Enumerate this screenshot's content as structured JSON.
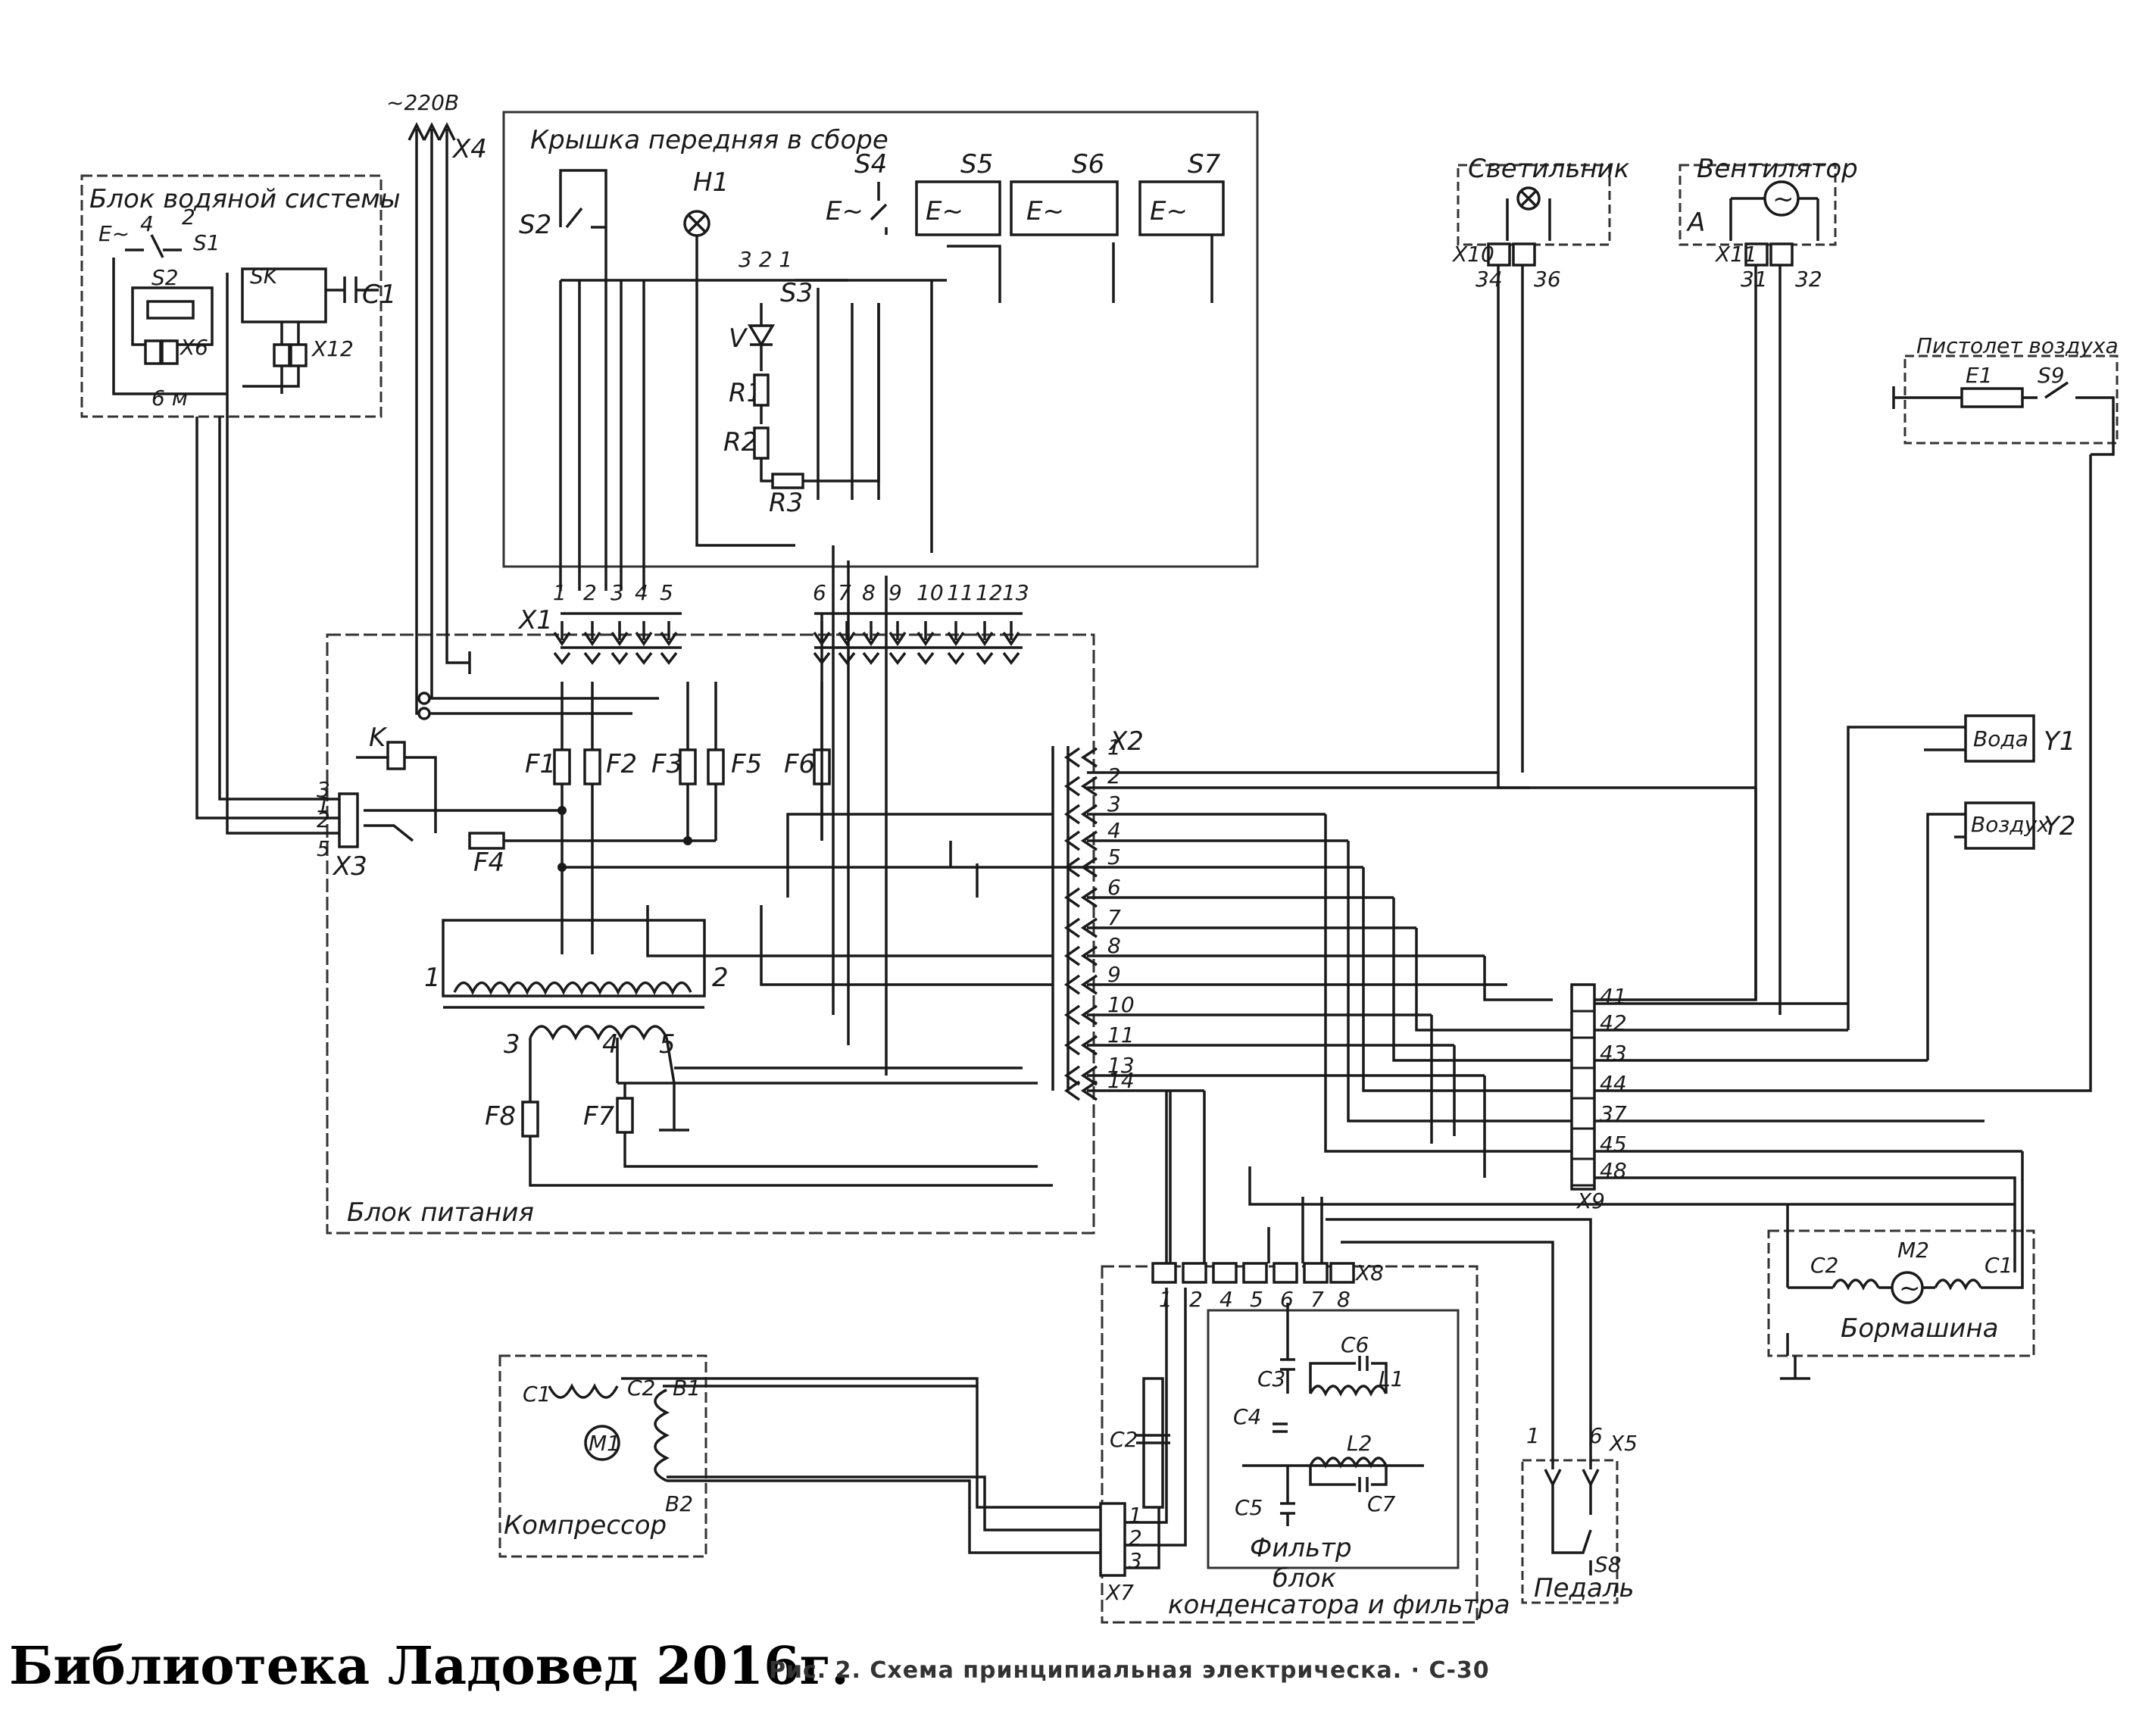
{
  "footer": {
    "library": "Библиотека Ладовед 2016г.",
    "caption": "Рис. 2. Схема принципиальная   электрическа. · С-30"
  },
  "blocks": {
    "water": "Блок водяной системы",
    "cover": "Крышка передняя в сборе",
    "lamp": "Светильник",
    "fan": "Вентилятор",
    "airheater": "Пистолет воздуха",
    "power": "Блок питания",
    "drill": "Бормашина",
    "compressor": "Компрессор",
    "filter": "Фильтр",
    "capfilter1": "блок",
    "capfilter2": "конденсатора и фильтра",
    "pedal": "Педаль",
    "y1box": "Вода",
    "y2box": "Воздух"
  },
  "labels": {
    "mains": "~220В",
    "x4": "X4",
    "x1": "X1",
    "x2": "X2",
    "x3": "X3",
    "x5": "X5",
    "x6": "X6",
    "x7": "X7",
    "x8": "X8",
    "x9": "X9",
    "x10": "X10",
    "x11": "X11",
    "x12": "X12",
    "s1": "S1",
    "s2": "S2",
    "s3": "S3",
    "s4": "S4",
    "s5": "S5",
    "s6": "S6",
    "s7": "S7",
    "s8": "S8",
    "s9": "S9",
    "h1": "H1",
    "v": "V",
    "r1": "R1",
    "r2": "R2",
    "r3": "R3",
    "k": "K",
    "f1": "F1",
    "f2": "F2",
    "f3": "F3",
    "f4": "F4",
    "f5": "F5",
    "f6": "F6",
    "f7": "F7",
    "f8": "F8",
    "c1": "C1",
    "c2": "C2",
    "c3": "C3",
    "c4": "C4",
    "c5": "C5",
    "c6": "C6",
    "c7": "C7",
    "l1": "L1",
    "l2": "L2",
    "m1": "M1",
    "m2": "M2",
    "e1": "E1",
    "y1": "Y1",
    "y2": "Y2",
    "a": "A",
    "mc1": "C1",
    "mc2": "C2",
    "mb1": "B1",
    "mb2": "B2",
    "dc1": "C1",
    "dc2": "C2",
    "t34": "34",
    "t36": "36",
    "t31": "31",
    "t32": "32",
    "s3pins": "3 2 1"
  },
  "x1_pins": [
    "1",
    "2",
    "3",
    "4",
    "5",
    "6",
    "7",
    "8",
    "9",
    "10",
    "11",
    "12",
    "13"
  ],
  "x2_pins": [
    "1",
    "2",
    "3",
    "4",
    "5",
    "6",
    "7",
    "8",
    "9",
    "10",
    "11",
    "13",
    "14"
  ],
  "x9_pins": [
    "41",
    "42",
    "43",
    "44",
    "37",
    "45",
    "48"
  ],
  "x8_pins": [
    "1",
    "2",
    "4",
    "5",
    "6",
    "7",
    "8"
  ],
  "x7_pins": [
    "1",
    "2",
    "3"
  ],
  "x3_pins": [
    "3",
    "1",
    "2",
    "5"
  ],
  "trafo_pins": [
    "1",
    "2",
    "3",
    "4",
    "5"
  ]
}
